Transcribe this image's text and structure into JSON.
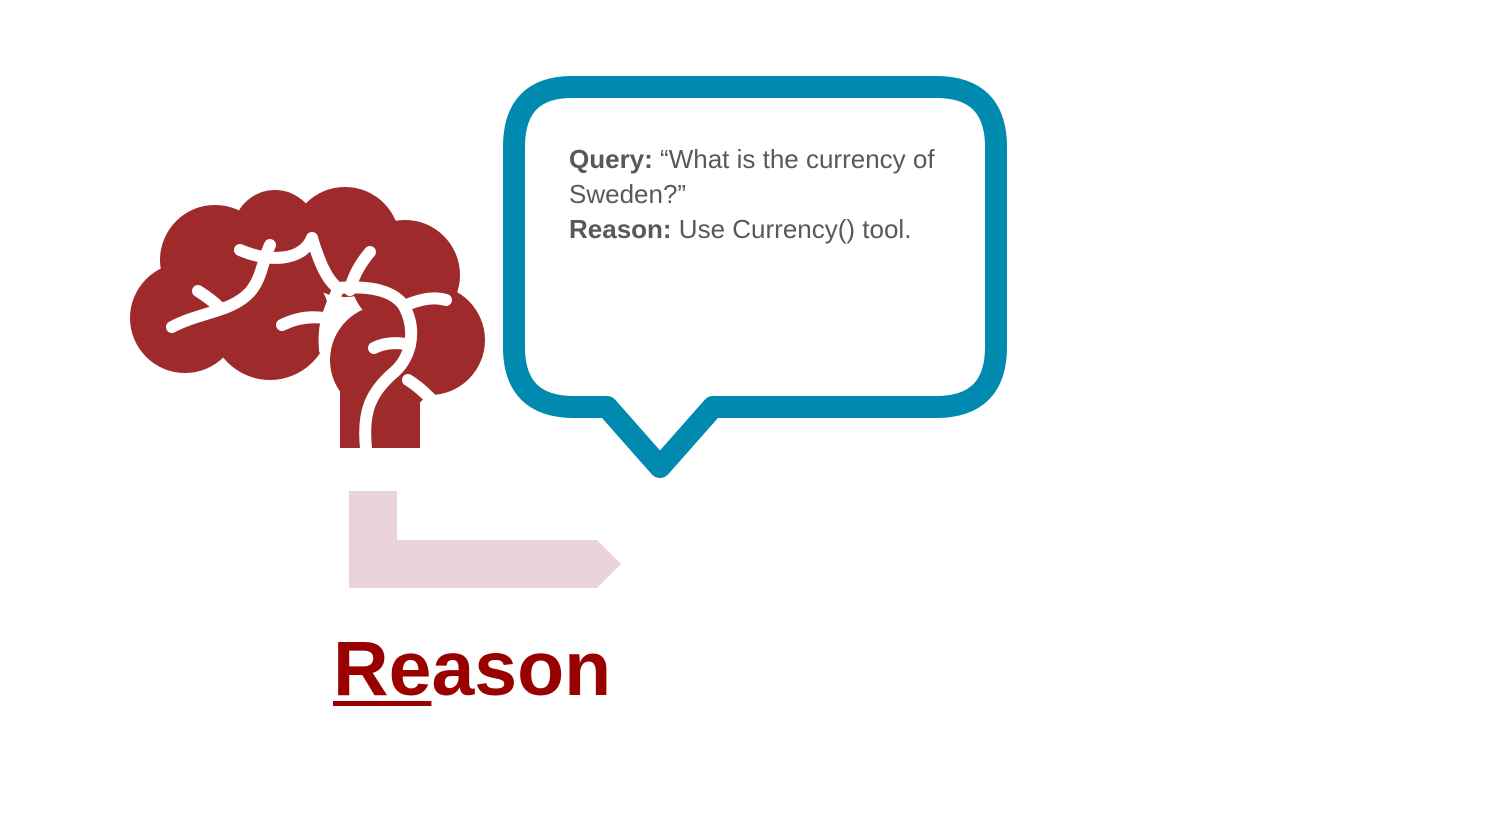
{
  "bubble": {
    "query_label": "Query:",
    "query_text": " “What is the currency of Sweden?”",
    "reason_label": "Reason:",
    "reason_text": " Use Currency() tool."
  },
  "step": {
    "underlined": "Re",
    "rest": "ason"
  },
  "colors": {
    "brain": "#9e2a2b",
    "bubble_border": "#008ab0",
    "connector": "#ead3dc",
    "step_text": "#990000",
    "body_text": "#595959"
  },
  "icons": [
    "brain-icon",
    "speech-bubble",
    "elbow-arrow"
  ]
}
